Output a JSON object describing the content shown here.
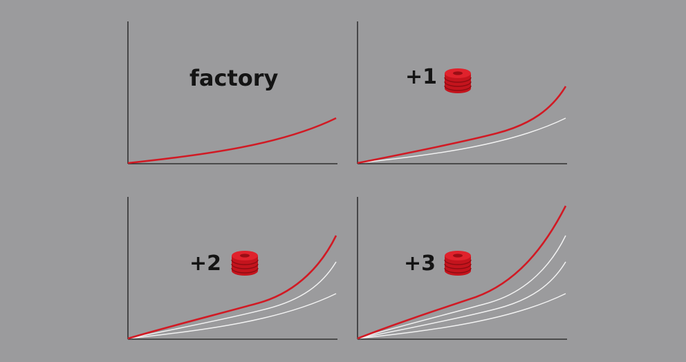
{
  "colors": {
    "background": "#9b9b9d",
    "axis": "#1a1a1a",
    "active_curve": "#d11a24",
    "reference_curve": "#f2f2f2",
    "token": "#d11a24"
  },
  "icons": {
    "token": "red-volume-spacer-icon"
  },
  "panels": [
    {
      "id": "factory",
      "label": "factory",
      "has_token": false
    },
    {
      "id": "plus1",
      "label": "+1",
      "has_token": true
    },
    {
      "id": "plus2",
      "label": "+2",
      "has_token": true
    },
    {
      "id": "plus3",
      "label": "+3",
      "has_token": true
    }
  ]
}
